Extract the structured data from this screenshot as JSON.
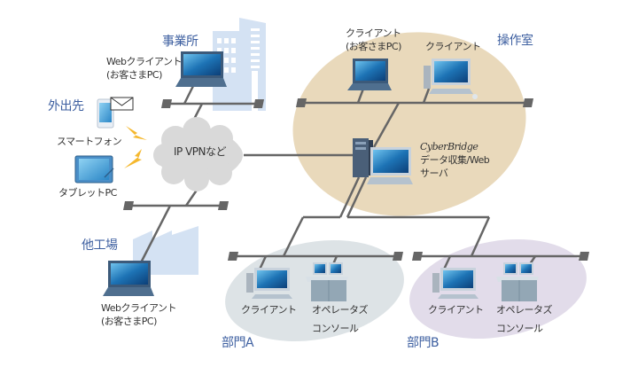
{
  "diagram": {
    "type": "network-topology",
    "colors": {
      "site_label": "#3d5fa0",
      "line": "#666666",
      "operation_room_zone": "#e9d9bb",
      "dept_a_zone": "#dde3e6",
      "dept_b_zone": "#e2dcea",
      "building_silhouette": "#d4e2f3",
      "cloud": "#d9d9d9",
      "lightning": "#f5b82e"
    },
    "sites": {
      "office": "事業所",
      "outside": "外出先",
      "other_factory": "他工場",
      "operation_room": "操作室",
      "dept_a": "部門A",
      "dept_b": "部門B"
    },
    "cloud": {
      "label": "IP VPNなど"
    },
    "nodes": {
      "office_client": {
        "line1": "Webクライアント",
        "line2": "(お客さまPC)"
      },
      "smartphone": {
        "label": "スマートフォン"
      },
      "tablet": {
        "label": "タブレットPC"
      },
      "factory_client": {
        "line1": "Webクライアント",
        "line2": "(お客さまPC)"
      },
      "op_client_laptop": {
        "line1": "クライアント",
        "line2": "(お客さまPC)"
      },
      "op_client_desktop": {
        "label": "クライアント"
      },
      "server": {
        "brand": "CyberBridge",
        "line1": "データ収集/Web",
        "line2": "サーバ"
      },
      "dept_a_client": {
        "label": "クライアント"
      },
      "dept_a_console": {
        "line1": "オペレータズ",
        "line2": "コンソール"
      },
      "dept_b_client": {
        "label": "クライアント"
      },
      "dept_b_console": {
        "line1": "オペレータズ",
        "line2": "コンソール"
      }
    }
  }
}
